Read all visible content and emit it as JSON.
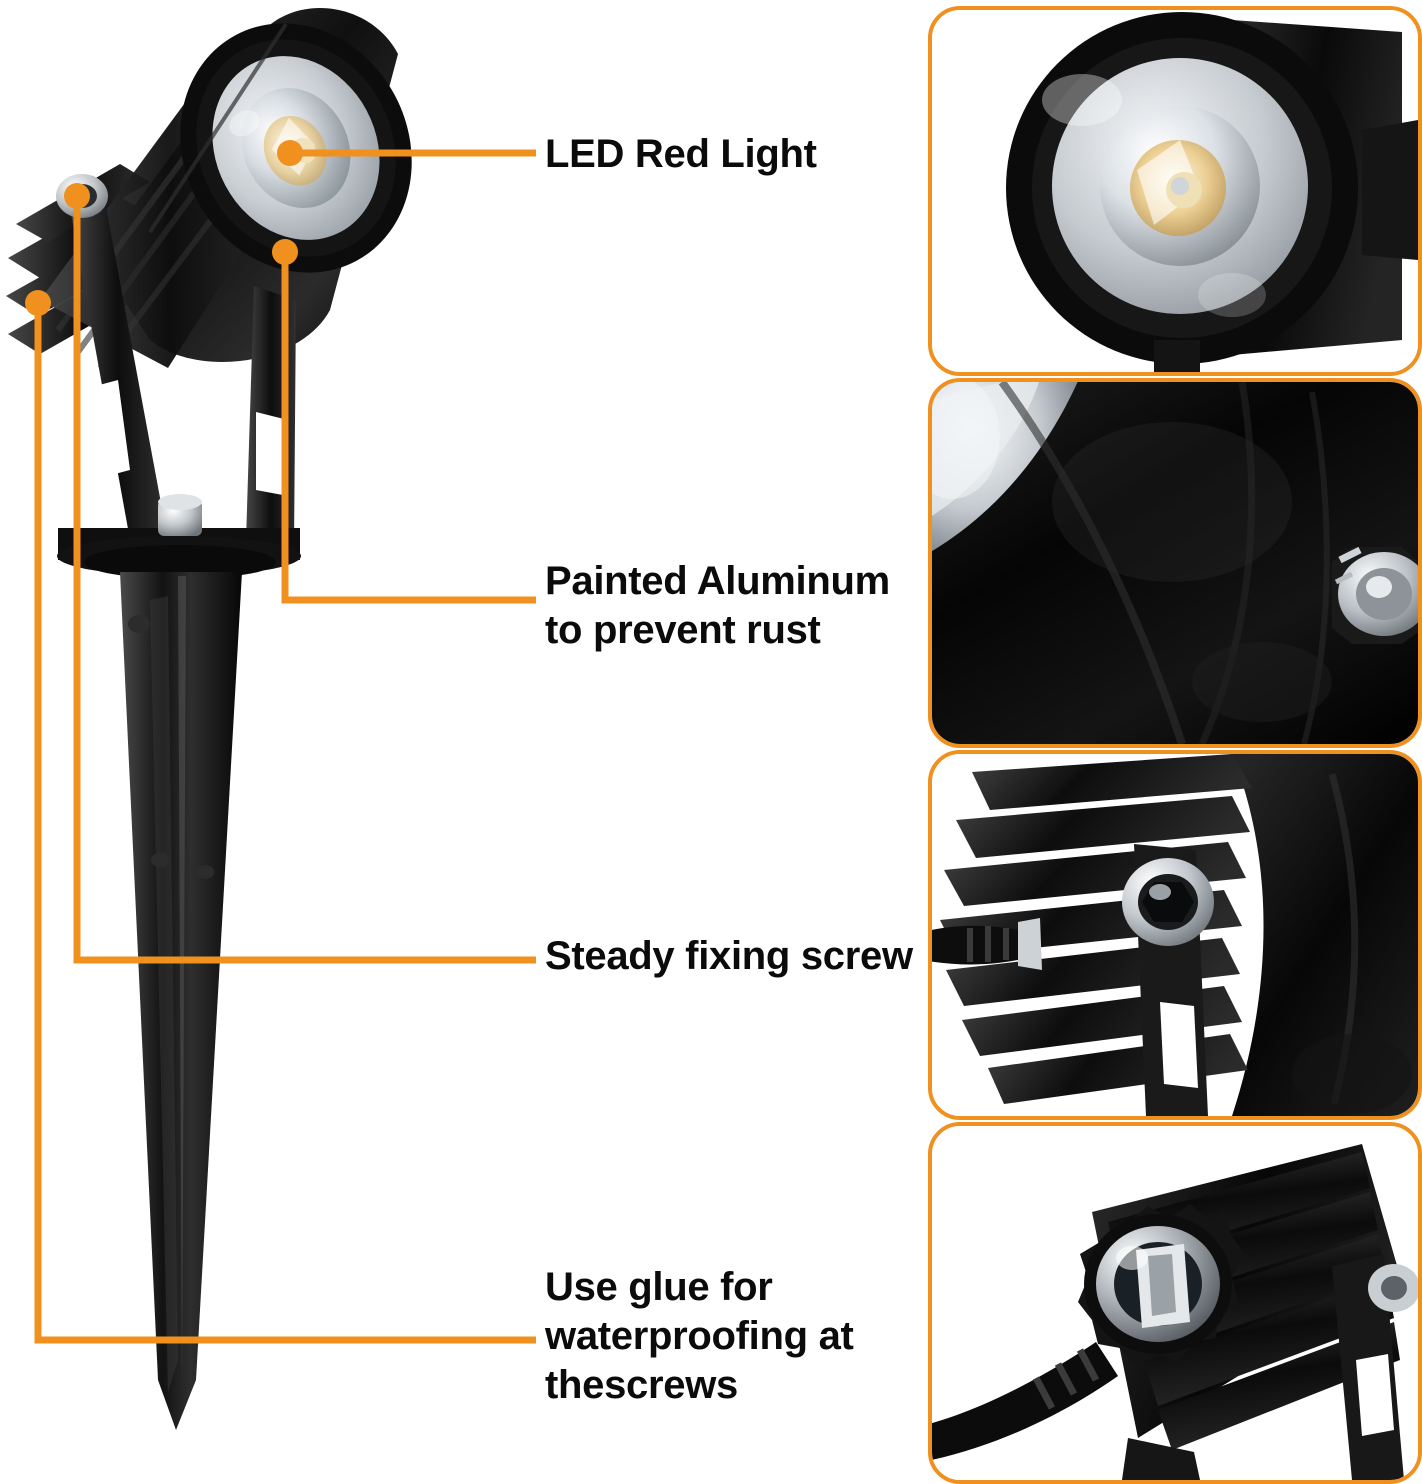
{
  "product": {
    "name": "LED garden spike spotlight",
    "accent_color": "#F0901E",
    "body_color": "#1b1b1b"
  },
  "callouts": [
    {
      "id": "led",
      "label": "LED Red Light",
      "marker": "callout-dot",
      "points_at": "led-lens"
    },
    {
      "id": "aluminum",
      "label": "Painted Aluminum\nto prevent rust",
      "marker": "callout-dot",
      "points_at": "housing-body"
    },
    {
      "id": "screw",
      "label": "Steady fixing screw",
      "marker": "callout-dot",
      "points_at": "bracket-hex-screw"
    },
    {
      "id": "glue",
      "label": "Use glue for\nwaterproofing at\nthescrews",
      "marker": "callout-dot",
      "points_at": "heat-sink-fins"
    }
  ],
  "detail_panels": [
    {
      "id": "panel-led-lens",
      "caption": "",
      "depicts": "LED lens close-up"
    },
    {
      "id": "panel-painted-body",
      "caption": "",
      "depicts": "Painted aluminum housing surface"
    },
    {
      "id": "panel-fixing-screw",
      "caption": "",
      "depicts": "Heat sink fins and hex fixing screw"
    },
    {
      "id": "panel-cable-gland",
      "caption": "",
      "depicts": "Waterproof cable gland at the screws"
    }
  ]
}
